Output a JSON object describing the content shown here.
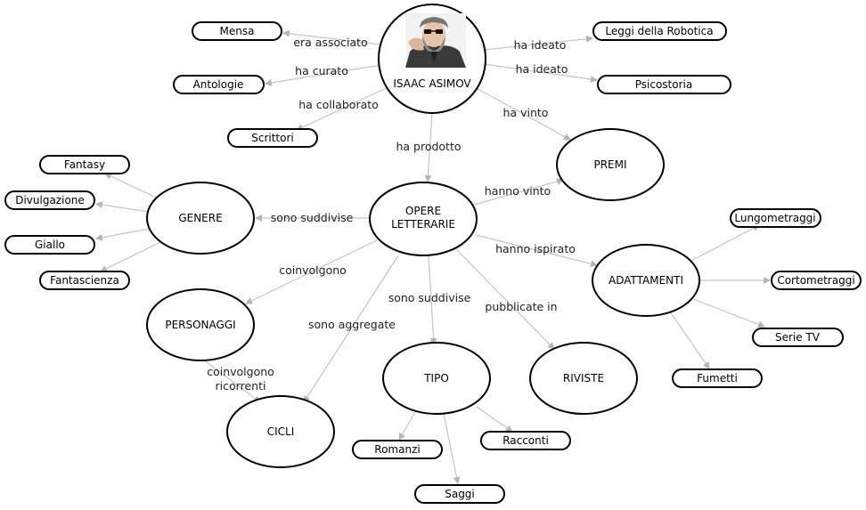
{
  "nodes": {
    "asimov": "ISAAC ASIMOV",
    "opere": [
      "OPERE",
      "LETTERARIE"
    ],
    "premi": "PREMI",
    "genere": "GENERE",
    "personaggi": "PERSONAGGI",
    "cicli": "CICLI",
    "tipo": "TIPO",
    "riviste": "RIVISTE",
    "adattamenti": "ADATTAMENTI",
    "mensa": "Mensa",
    "antologie": "Antologie",
    "scrittori": "Scrittori",
    "leggi": "Leggi della Robotica",
    "psicostoria": "Psicostoria",
    "fantasy": "Fantasy",
    "divulgazione": "Divulgazione",
    "giallo": "Giallo",
    "fantascienza": "Fantascienza",
    "romanzi": "Romanzi",
    "racconti": "Racconti",
    "saggi": "Saggi",
    "lungometraggi": "Lungometraggi",
    "cortometraggi": "Cortometraggi",
    "serie_tv": "Serie TV",
    "fumetti": "Fumetti"
  },
  "links": {
    "era_associato": "era associato",
    "ha_curato": "ha curato",
    "ha_collaborato": "ha collaborato",
    "ha_ideato_1": "ha ideato",
    "ha_ideato_2": "ha ideato",
    "ha_vinto": "ha vinto",
    "ha_prodotto": "ha prodotto",
    "hanno_vinto": "hanno vinto",
    "sono_suddivise_1": "sono suddivise",
    "hanno_ispirato": "hanno ispirato",
    "coinvolgono": "coinvolgono",
    "sono_suddivise_2": "sono suddivise",
    "pubblicate_in": "pubblicate in",
    "sono_aggregate": "sono aggregate",
    "coinvolgono_ricorrenti": [
      "coinvolgono",
      "ricorrenti"
    ]
  },
  "portrait": "portrait-photo"
}
